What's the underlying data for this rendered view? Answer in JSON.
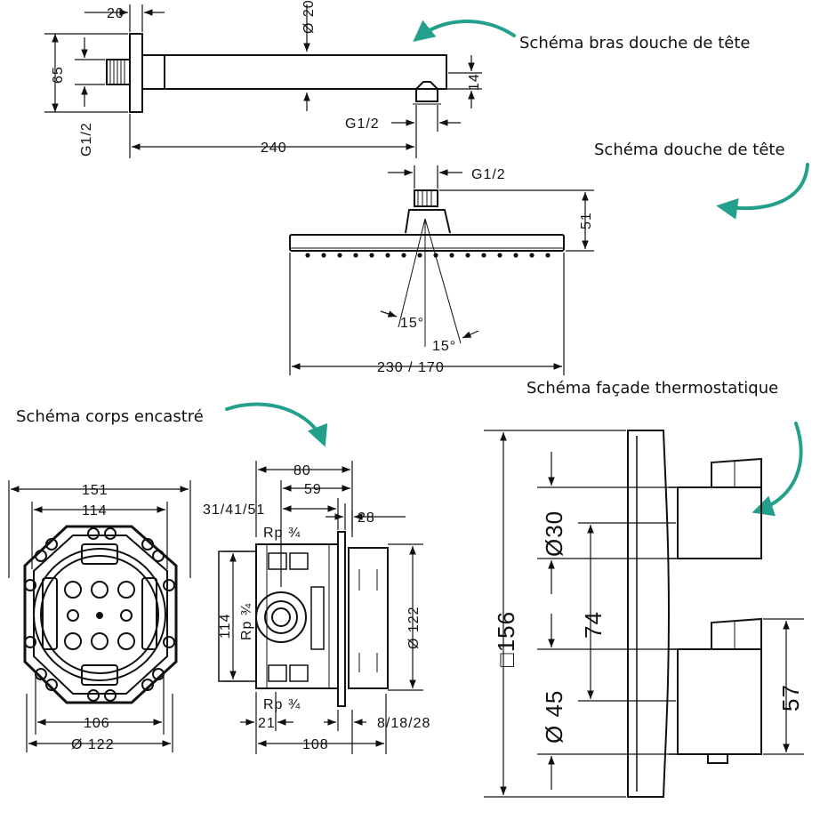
{
  "captions": {
    "arm": "Schéma bras douche de tête",
    "head": "Schéma douche de tête",
    "body": "Schéma corps encastré",
    "facade": "Schéma façade thermostatique"
  },
  "accent_color": "#23a08c",
  "arm": {
    "d20": "20",
    "dia": "Ø 20",
    "d65": "65",
    "g12_left": "G1/2",
    "d14": "14",
    "g12_bottom": "G1/2",
    "d240": "240"
  },
  "head": {
    "g12": "G1/2",
    "d51": "51",
    "angle1": "15°",
    "angle2": "15°",
    "width": "230 / 170"
  },
  "body_front": {
    "d151": "151",
    "d114": "114",
    "d106": "106",
    "d122": "Ø 122"
  },
  "body_side": {
    "d80": "80",
    "d59": "59",
    "d314151": "31/41/51",
    "d28": "28",
    "rp_top": "Rp ¾",
    "d114": "114",
    "rp_v": "Rp ¾",
    "d122": "Ø 122",
    "rp_bottom": "Rp ¾",
    "d21": "21",
    "d81828": "8/18/28",
    "d108": "108"
  },
  "facade": {
    "d156": "□156",
    "d30": "Ø30",
    "d74": "74",
    "d45": "Ø 45",
    "d57": "57"
  }
}
